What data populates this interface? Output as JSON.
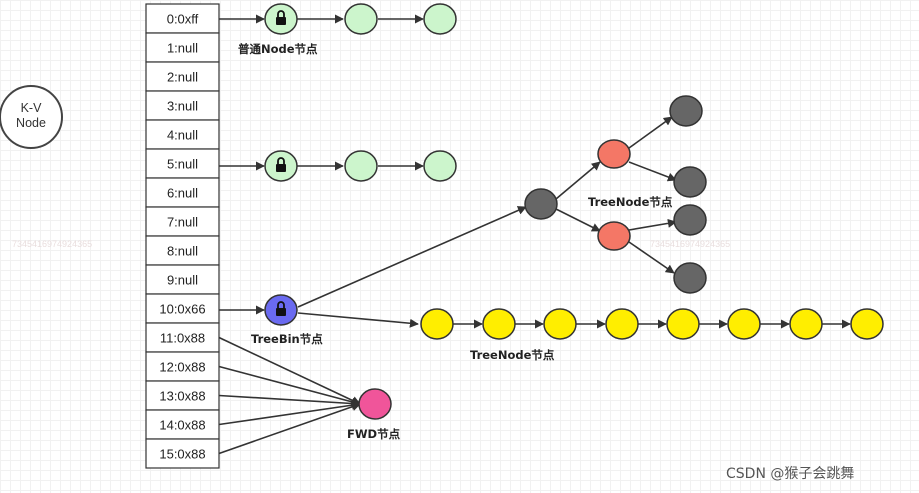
{
  "legend": {
    "line1": "K-V",
    "line2": "Node"
  },
  "table": {
    "cells": [
      "0:0xff",
      "1:null",
      "2:null",
      "3:null",
      "4:null",
      "5:null",
      "6:null",
      "7:null",
      "8:null",
      "9:null",
      "10:0x66",
      "11:0x88",
      "12:0x88",
      "13:0x88",
      "14:0x88",
      "15:0x88"
    ]
  },
  "labels": {
    "normal_node": "普通Node节点",
    "treebin": "TreeBin节点",
    "treenode_upper": "TreeNode节点",
    "treenode_lower": "TreeNode节点",
    "fwd": "FWD节点"
  },
  "watermarks": [
    "7345416974924365",
    "7345416974924365"
  ],
  "credit": "CSDN @猴子会跳舞",
  "colors": {
    "normal_fill": "#ccf5cc",
    "treebin_fill": "#6a6af0",
    "treenode_yellow": "#ffee00",
    "tree_gray": "#666666",
    "tree_red": "#f47766",
    "fwd_fill": "#f0559a",
    "line": "#333333",
    "lock_icon": "#111111"
  }
}
